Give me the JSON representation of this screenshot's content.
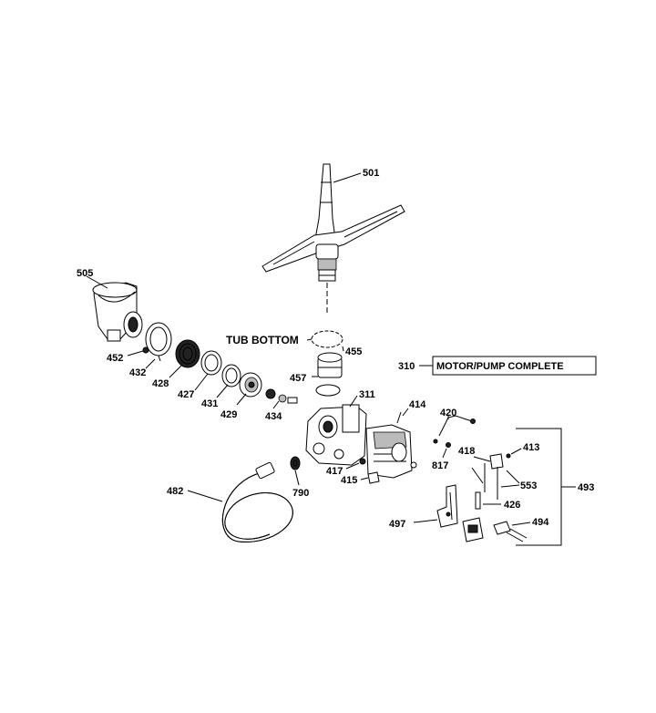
{
  "labels": {
    "p501": "501",
    "p505": "505",
    "p452": "452",
    "p432": "432",
    "p428": "428",
    "p427": "427",
    "p431": "431",
    "p429": "429",
    "p434": "434",
    "tub_bottom": "TUB BOTTOM",
    "p455": "455",
    "p457": "457",
    "p311": "311",
    "p310": "310",
    "motor_pump_complete": "MOTOR/PUMP COMPLETE",
    "p414": "414",
    "p420": "420",
    "p418": "418",
    "p413": "413",
    "p493": "493",
    "p817": "817",
    "p553": "553",
    "p417": "417",
    "p415": "415",
    "p426": "426",
    "p482": "482",
    "p790": "790",
    "p497": "497",
    "p494": "494"
  }
}
